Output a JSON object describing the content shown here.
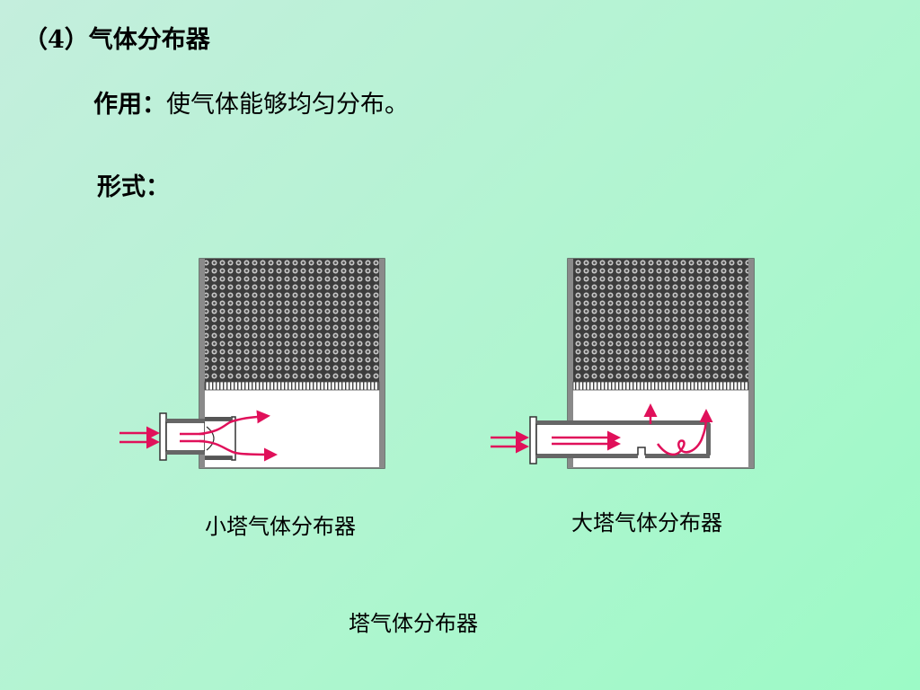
{
  "heading": "（4）气体分布器",
  "purpose": {
    "label": "作用：",
    "text": "使气体能够均匀分布。"
  },
  "form_label": "形式：",
  "captions": {
    "small_tower": "小塔气体分布器",
    "large_tower": "大塔气体分布器",
    "figure": "塔气体分布器"
  },
  "colors": {
    "arrow": "#e0105a",
    "column_wall": "#555555",
    "packing": "#4a4a4a",
    "fill": "#ffffff"
  }
}
